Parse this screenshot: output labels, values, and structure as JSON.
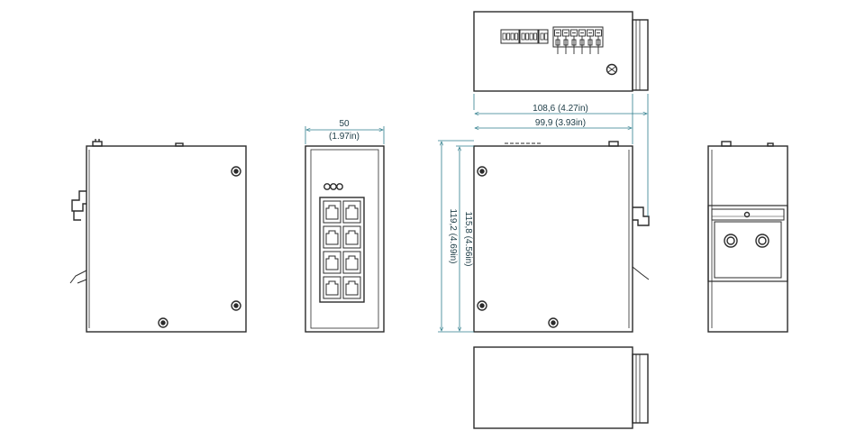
{
  "dimensions": {
    "front_width_mm": "50",
    "front_width_in": "(1.97in)",
    "side_depth_mm": "108,6",
    "side_depth_in": "(4.27in)",
    "body_depth_mm": "99,9",
    "body_depth_in": "(3.93in)",
    "total_height_mm": "119,2",
    "total_height_in": "(4.69in)",
    "body_height_mm": "115,8",
    "body_height_in": "(4.56in)"
  },
  "colors": {
    "outline": "#2b2b2b",
    "dimension_line": "#2e7d8c",
    "body_fill": "#ffffff"
  }
}
